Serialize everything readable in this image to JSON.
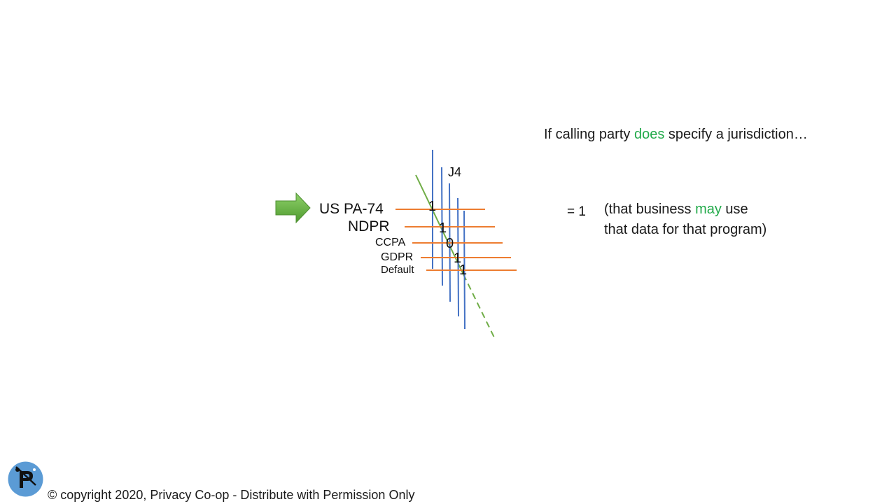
{
  "diagram": {
    "column_label": "J4",
    "rows": [
      {
        "label": "US PA-74",
        "value": "1"
      },
      {
        "label": "NDPR",
        "value": "1"
      },
      {
        "label": "CCPA",
        "value": "0"
      },
      {
        "label": "GDPR",
        "value": "1"
      },
      {
        "label": "Default",
        "value": "1"
      }
    ],
    "colors": {
      "row_line": "#ed7d31",
      "column_line": "#4472c4",
      "diagonal": "#70ad47",
      "arrow": "#5aa73a",
      "emphasis": "#22aa4a",
      "logo_circle": "#5b9bd5"
    }
  },
  "headline": {
    "prefix": "If calling party ",
    "emphasis": "does",
    "suffix": " specify a jurisdiction…"
  },
  "result": {
    "equation": "= 1",
    "line1_prefix": "(that business ",
    "line1_emphasis": "may",
    "line1_suffix": " use",
    "line2": "that data for that program)"
  },
  "footer": {
    "copyright": "© copyright 2020, Privacy Co-op - Distribute with Permission Only"
  },
  "logo": {
    "icon": "privacy-coop-logo-icon"
  }
}
